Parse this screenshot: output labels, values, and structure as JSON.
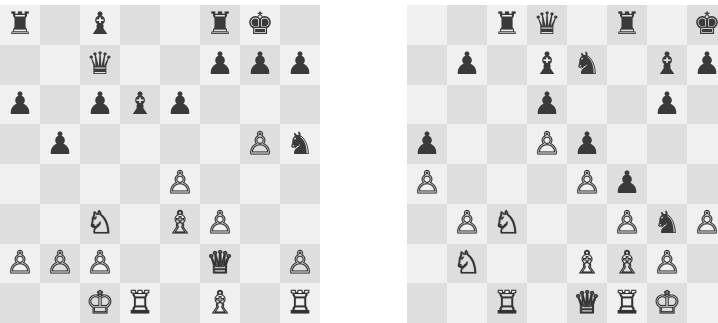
{
  "boards": [
    {
      "name": "left",
      "rows": [
        [
          "r",
          "",
          "b",
          "",
          "",
          "r",
          "k",
          ""
        ],
        [
          "",
          "",
          "q",
          "",
          "",
          "p",
          "p",
          "p"
        ],
        [
          "p",
          "",
          "p",
          "b",
          "p",
          "",
          "",
          ""
        ],
        [
          "",
          "p",
          "",
          "",
          "",
          "",
          "P",
          "n"
        ],
        [
          "",
          "",
          "",
          "",
          "P",
          "",
          "",
          ""
        ],
        [
          "",
          "",
          "N",
          "",
          "B",
          "P",
          "",
          ""
        ],
        [
          "P",
          "P",
          "P",
          "",
          "",
          "Q",
          "",
          "P"
        ],
        [
          "",
          "",
          "K",
          "R",
          "",
          "B",
          "",
          "R"
        ]
      ]
    },
    {
      "name": "right",
      "rows": [
        [
          "",
          "",
          "r",
          "q",
          "",
          "r",
          "",
          "k"
        ],
        [
          "",
          "p",
          "",
          "b",
          "n",
          "",
          "b",
          "p"
        ],
        [
          "",
          "",
          "",
          "p",
          "",
          "",
          "p",
          ""
        ],
        [
          "p",
          "",
          "",
          "P",
          "p",
          "",
          "",
          ""
        ],
        [
          "P",
          "",
          "",
          "",
          "P",
          "p",
          "",
          ""
        ],
        [
          "",
          "P",
          "N",
          "",
          "",
          "P",
          "n",
          "P"
        ],
        [
          "",
          "N",
          "",
          "",
          "B",
          "B",
          "P",
          ""
        ],
        [
          "",
          "",
          "R",
          "",
          "Q",
          "R",
          "K",
          ""
        ]
      ]
    }
  ],
  "glyphs": {
    "K": "♔",
    "Q": "♕",
    "R": "♖",
    "B": "♗",
    "N": "♘",
    "P": "♙",
    "k": "♚",
    "q": "♛",
    "r": "♜",
    "b": "♝",
    "n": "♞",
    "p": "♟"
  },
  "piece_names": {
    "k": "king",
    "q": "queen",
    "r": "rook",
    "b": "bishop",
    "n": "knight",
    "p": "pawn"
  },
  "colors": {
    "light_square": "#f0f0f0",
    "dark_square": "#dedede",
    "white_piece": "#f4f4f4",
    "black_piece": "#3a3a3a"
  }
}
